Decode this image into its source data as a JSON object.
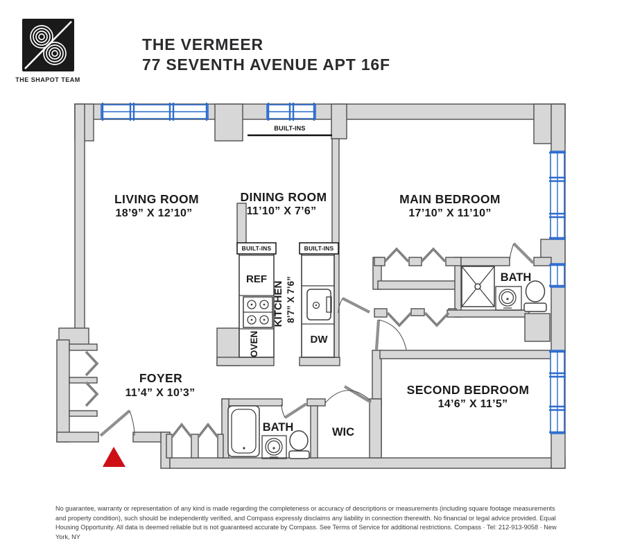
{
  "header": {
    "brand": "THE SHAPOT TEAM",
    "title_line1": "THE VERMEER",
    "title_line2": "77 SEVENTH AVENUE  APT 16F"
  },
  "rooms": {
    "living": {
      "name": "LIVING ROOM",
      "dims": "18’9” X 12’10”"
    },
    "dining": {
      "name": "DINING ROOM",
      "dims": "11’10” X 7’6”"
    },
    "main_bedroom": {
      "name": "MAIN BEDROOM",
      "dims": "17’10” X 11’10”"
    },
    "second_bedroom": {
      "name": "SECOND BEDROOM",
      "dims": "14’6” X 11’5”"
    },
    "foyer": {
      "name": "FOYER",
      "dims": "11’4” X 10’3”"
    },
    "kitchen": {
      "name": "KITCHEN",
      "dims": "8’7” X 7’6”"
    },
    "main_bath": {
      "label": "BATH"
    },
    "second_bath": {
      "label": "BATH"
    },
    "wic": {
      "label": "WIC"
    }
  },
  "fixtures": {
    "refrigerator": "REF",
    "oven": "OVEN",
    "dishwasher": "DW",
    "built_ins": "BUILT-INS"
  },
  "colors": {
    "wall_fill": "#d7d7d7",
    "wall_stroke": "#4e4e4e",
    "window_blue": "#2e6cce",
    "marker_red": "#cc1016"
  },
  "footer": {
    "lines": [
      "No guarantee, warranty or representation of any kind is made regarding the completeness or accuracy of descriptions or measurements (including square footage measurements",
      "and property condition), such should be independently verified, and Compass expressly disclaims any liability in connection therewith. No financial or legal advice provided. Equal",
      "Housing Opportunity. All data is deemed reliable but is not guaranteed accurate by Compass. See Terms of Service for additional restrictions. Compass · Tel: 212-913-9058 · New",
      "York, NY"
    ]
  }
}
